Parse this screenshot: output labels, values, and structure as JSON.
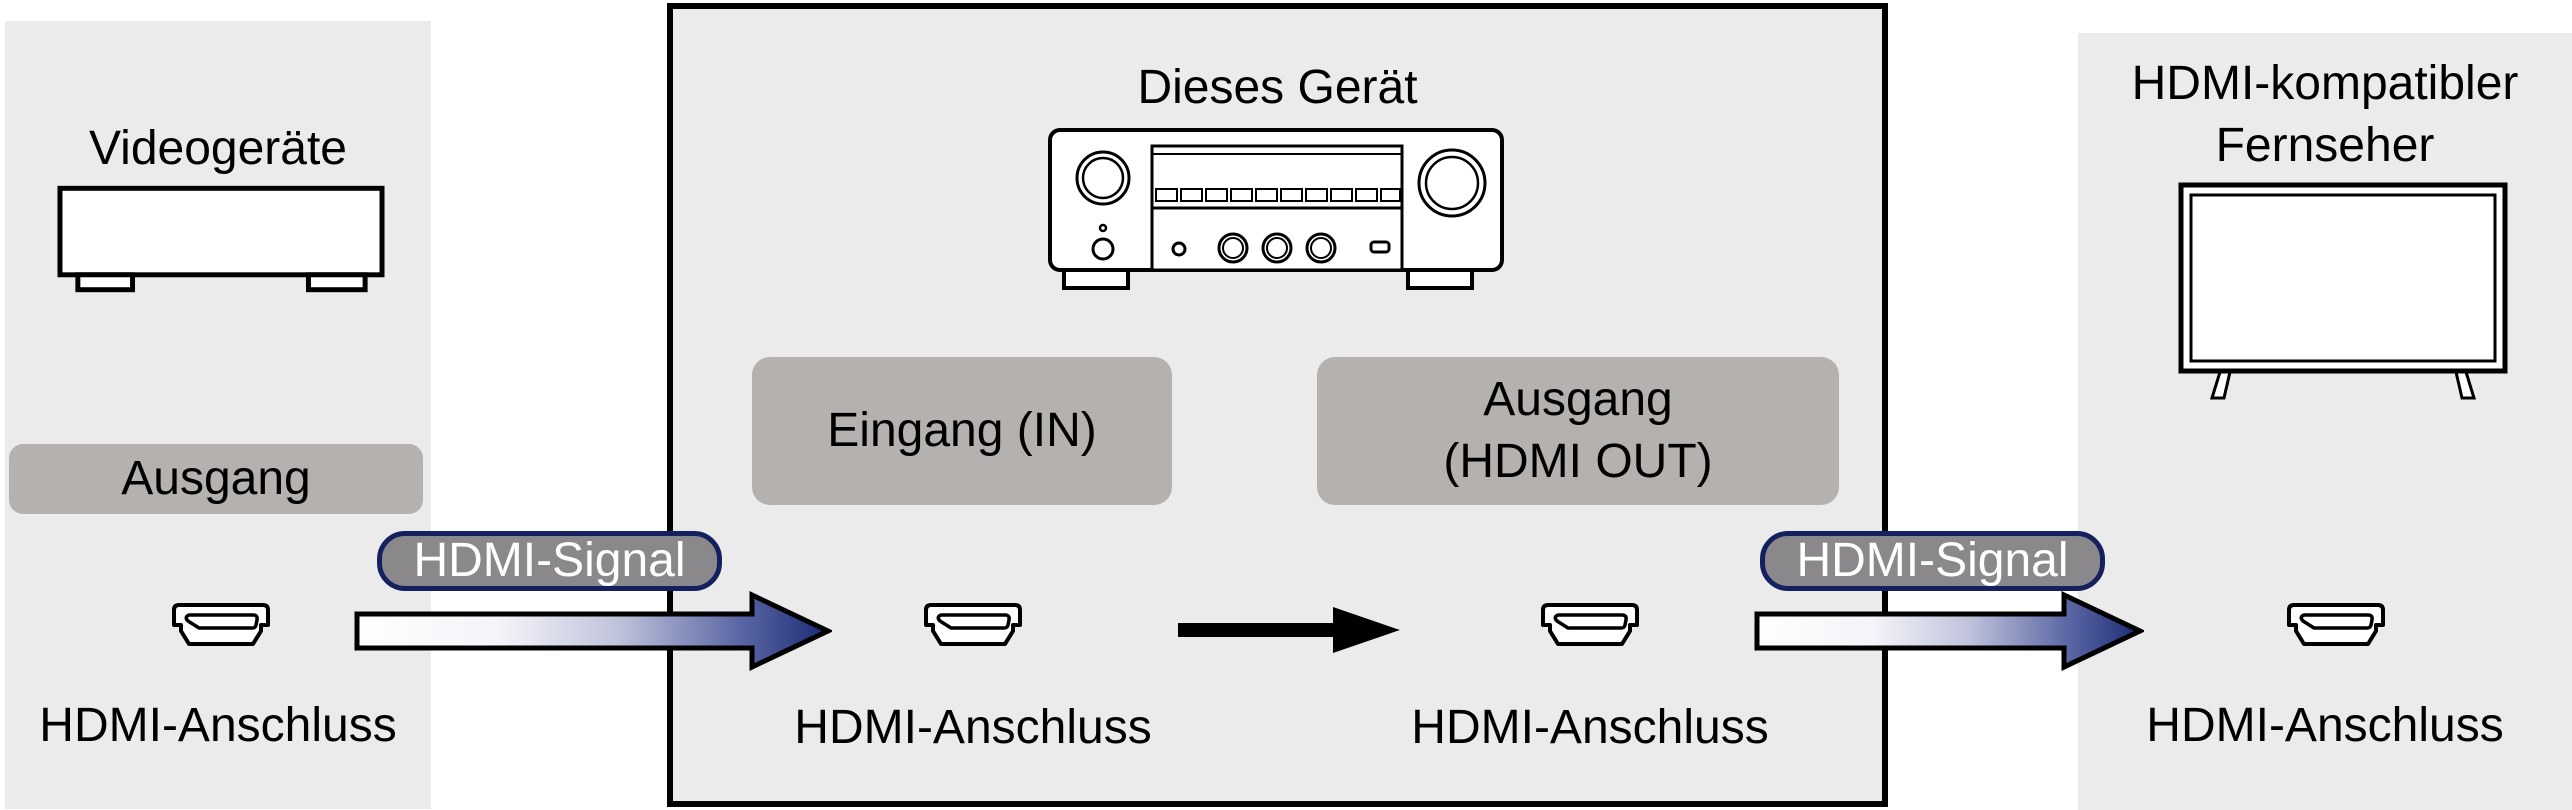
{
  "left_panel": {
    "title": "Videogeräte",
    "device_icon": "video-device",
    "port_tag": "Ausgang",
    "connector_icon": "hdmi-connector",
    "connector_label": "HDMI-Anschluss"
  },
  "center_panel": {
    "title": "Dieses Gerät",
    "device_icon": "av-receiver",
    "input_tag": "Eingang (IN)",
    "output_tag": [
      "Ausgang",
      "(HDMI OUT)"
    ],
    "input_connector_label": "HDMI-Anschluss",
    "output_connector_label": "HDMI-Anschluss",
    "flow_arrow_icon": "right-arrow"
  },
  "right_panel": {
    "title": [
      "HDMI-kompatibler",
      "Fernseher"
    ],
    "device_icon": "tv",
    "connector_icon": "hdmi-connector",
    "connector_label": "HDMI-Anschluss"
  },
  "signal": {
    "left_badge": "HDMI-Signal",
    "right_badge": "HDMI-Signal"
  },
  "colors": {
    "page_bg": "#ffffff",
    "panel_bg": "#ebebeb",
    "tag_bg": "#b5b1ae",
    "badge_bg": "#8b888c",
    "badge_border": "#14215e",
    "arrow_gradient_start": "#ffffff",
    "arrow_gradient_end": "#1c2b76",
    "outline": "#000000",
    "text": "#000000",
    "badge_text": "#ffffff"
  }
}
